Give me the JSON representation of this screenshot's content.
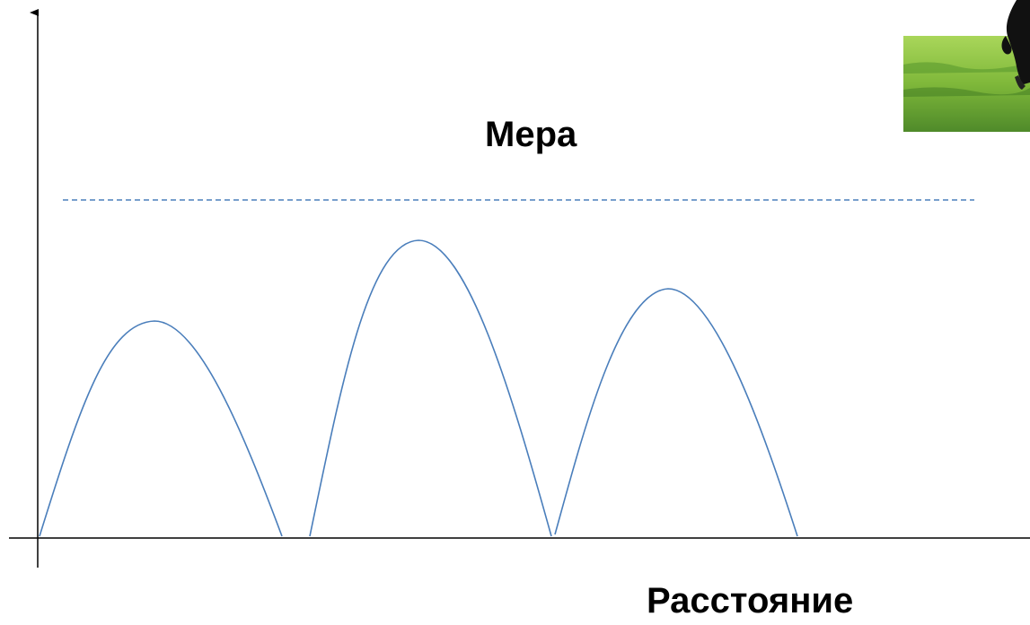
{
  "labels": {
    "measure": "Мера",
    "distance": "Расстояние"
  },
  "colors": {
    "axis": "#000000",
    "curve": "#4a7ebb",
    "dashed_line": "#4a7ebb",
    "grass_light": "#8cc63f",
    "grass_dark": "#4f8a2a",
    "sky": "#ffffff",
    "horse": "#111111"
  },
  "photo": {
    "subject": "horse-leg-on-grass-photo"
  }
}
